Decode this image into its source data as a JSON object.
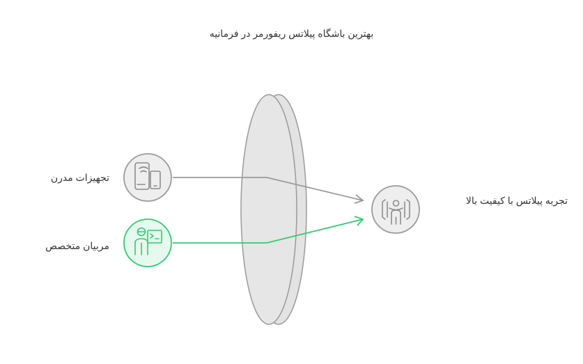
{
  "title": "بهترین باشگاه پیلاتس ریفورمر در فرمانیه",
  "inputs": [
    {
      "label": "تجهیزات مدرن",
      "icon": "devices-icon",
      "color": "#8c8c8c"
    },
    {
      "label": "مربیان متخصص",
      "icon": "trainer-icon",
      "color": "#2ecc71"
    }
  ],
  "output": {
    "label": "تجربه پیلاتس با کیفیت بالا",
    "icon": "person-scan-icon",
    "color": "#8c8c8c"
  },
  "lens": {
    "name": "lens"
  },
  "colors": {
    "gray": "#8c8c8c",
    "green": "#2ecc71",
    "lens_fill": "#e3e3e3",
    "lens_stroke": "#9a9a9a"
  }
}
